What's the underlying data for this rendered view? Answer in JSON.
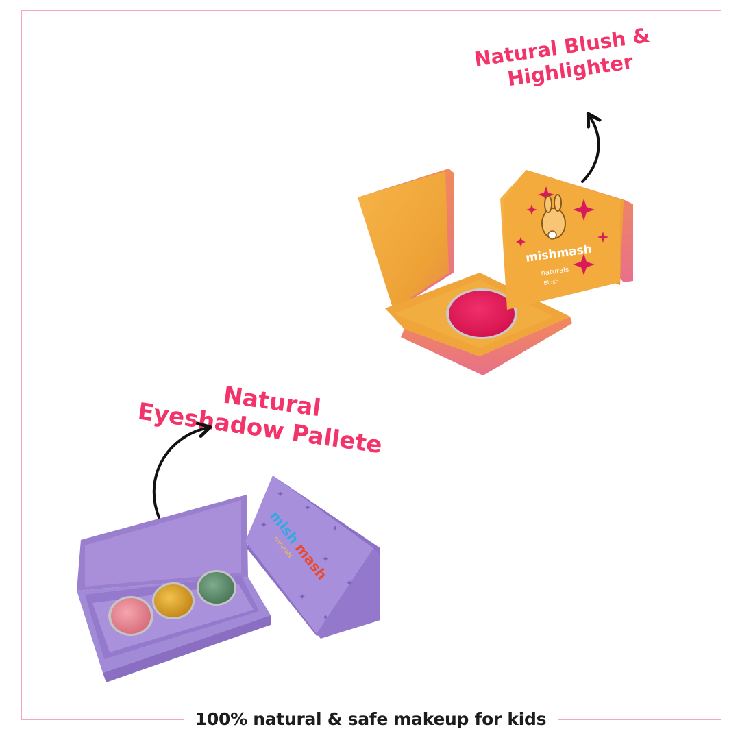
{
  "callouts": {
    "blush_line1": "Natural Blush &",
    "blush_line2": "Highlighter",
    "eyeshadow_line1": "Natural",
    "eyeshadow_line2": "Eyeshadow Pallete"
  },
  "footer": {
    "tagline": "100% natural & safe makeup for kids"
  },
  "packaging": {
    "blush_brand": "mishmash",
    "blush_sub": "naturals",
    "blush_variant": "Blush",
    "eyeshadow_brand_a": "mish",
    "eyeshadow_brand_b": "mash",
    "eyeshadow_sub": "naturals"
  },
  "colors": {
    "accent": "#f2346a",
    "frame": "#f4a7bd",
    "blush_box": "#f2a83a",
    "blush_pan": "#e8195a",
    "eyeshadow_box": "#a68bd6",
    "shade_1": "#e2808e",
    "shade_2": "#d9a32c",
    "shade_3": "#5f8f70"
  }
}
